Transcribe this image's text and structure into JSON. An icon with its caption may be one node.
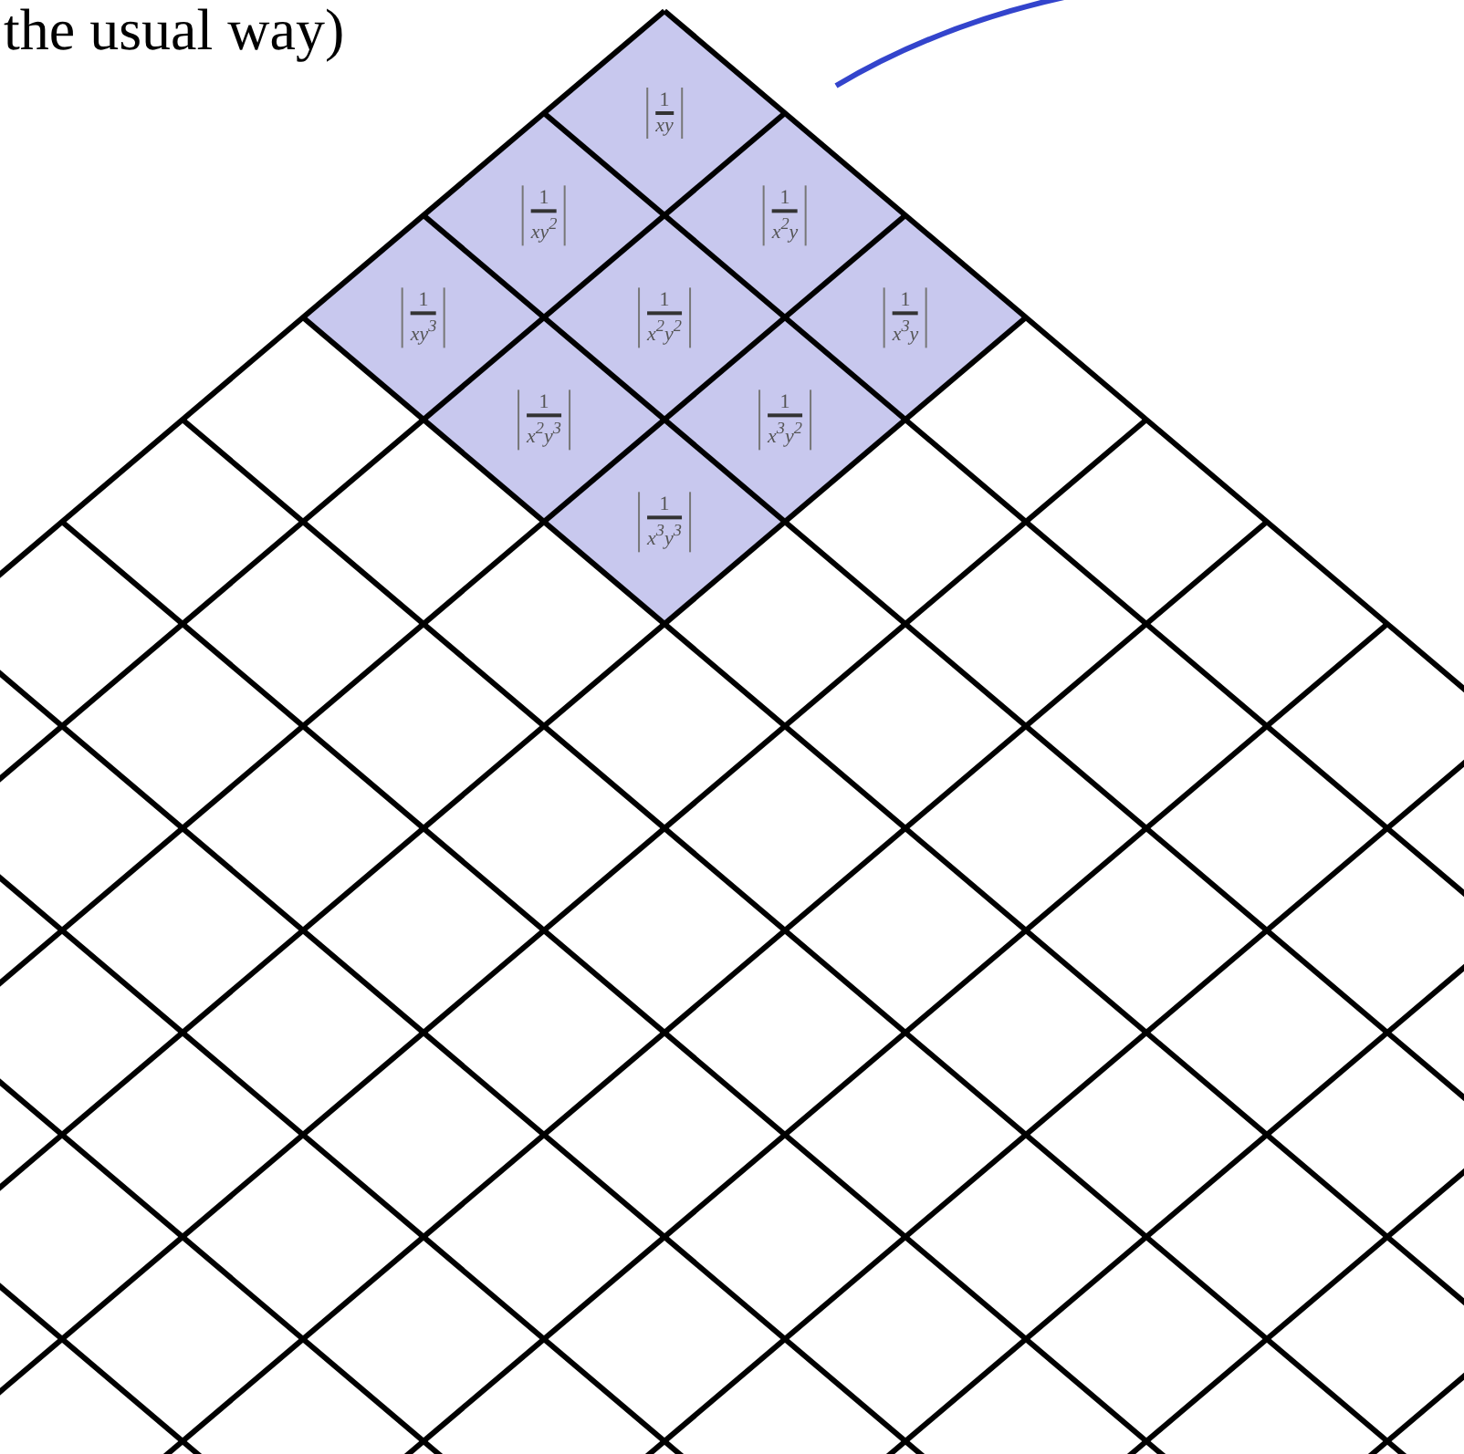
{
  "diagram": {
    "labels": [
      "the usual way)",
      "1",
      "xy",
      "1",
      "xy$^{2}$",
      "1",
      "x$^{2}$y",
      "1",
      "xy$^{3}$",
      "1",
      "x$^{2}$y$^{2}$",
      "1",
      "x$^{3}$y",
      "1",
      "x$^{2}$y$^{3}$",
      "1",
      "x$^{3}$y$^{2}$",
      "1",
      "x$^{3}$y$^{3}$"
    ]
  }
}
